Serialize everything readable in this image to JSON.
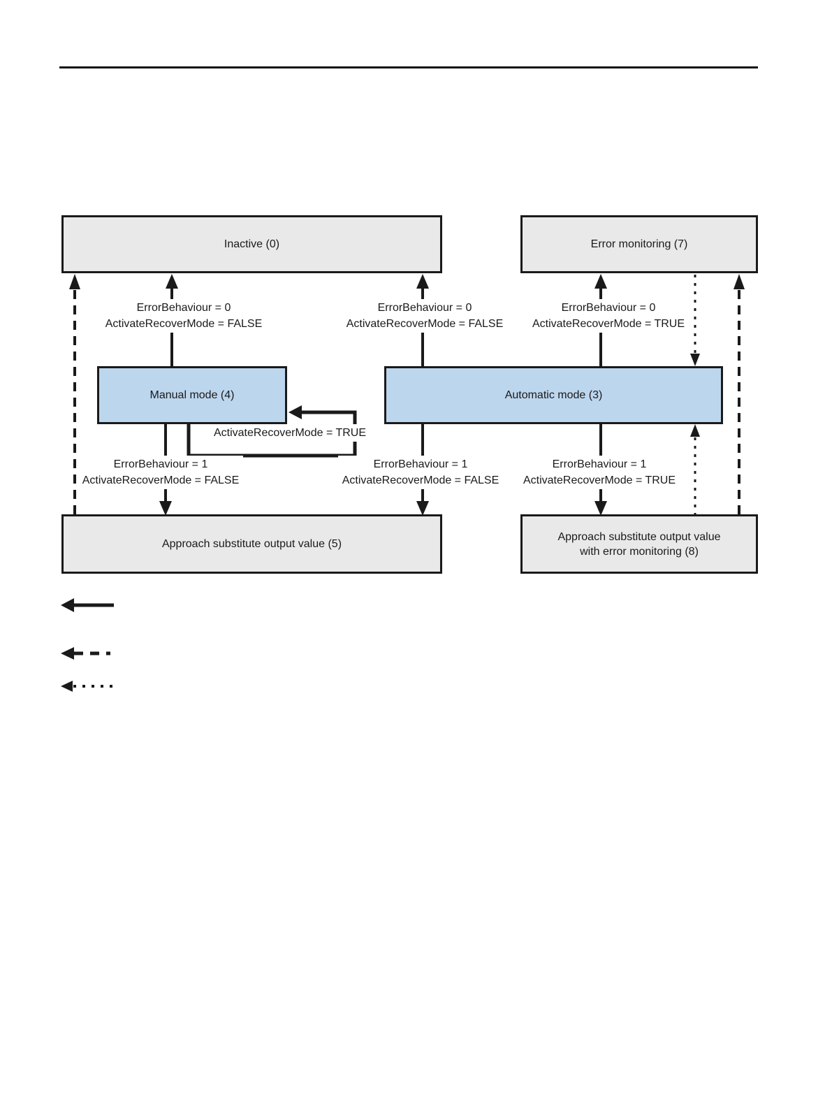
{
  "colors": {
    "state_gray_fill": "#e9e9e9",
    "state_blue_fill": "#bcd6ee",
    "line_color": "#1a1a1a",
    "page_background": "#ffffff"
  },
  "states": {
    "inactive": {
      "label": "Inactive (0)"
    },
    "error_monitoring": {
      "label": "Error monitoring (7)"
    },
    "manual": {
      "label": "Manual mode (4)"
    },
    "automatic": {
      "label": "Automatic mode (3)"
    },
    "substitute": {
      "label": "Approach substitute output value (5)"
    },
    "substitute_monitoring": {
      "line1": "Approach substitute output value",
      "line2": "with error monitoring (8)"
    }
  },
  "transitions": {
    "manual_to_inactive": {
      "line1": "ErrorBehaviour = 0",
      "line2": "ActivateRecoverMode = FALSE"
    },
    "automatic_to_inactive": {
      "line1": "ErrorBehaviour = 0",
      "line2": "ActivateRecoverMode = FALSE"
    },
    "automatic_to_error_monitoring": {
      "line1": "ErrorBehaviour = 0",
      "line2": "ActivateRecoverMode = TRUE"
    },
    "recover_loop": {
      "label": "ActivateRecoverMode = TRUE"
    },
    "manual_to_substitute": {
      "line1": "ErrorBehaviour = 1",
      "line2": "ActivateRecoverMode = FALSE"
    },
    "automatic_to_substitute": {
      "line1": "ErrorBehaviour = 1",
      "line2": "ActivateRecoverMode = FALSE"
    },
    "automatic_to_substitute_monitoring": {
      "line1": "ErrorBehaviour = 1",
      "line2": "ActivateRecoverMode = TRUE"
    }
  },
  "legend": {
    "items": [
      {
        "icon": "solid-arrow-left-icon",
        "style": "solid"
      },
      {
        "icon": "dashed-arrow-left-icon",
        "style": "dashed"
      },
      {
        "icon": "dotted-arrow-left-icon",
        "style": "dotted"
      }
    ]
  }
}
